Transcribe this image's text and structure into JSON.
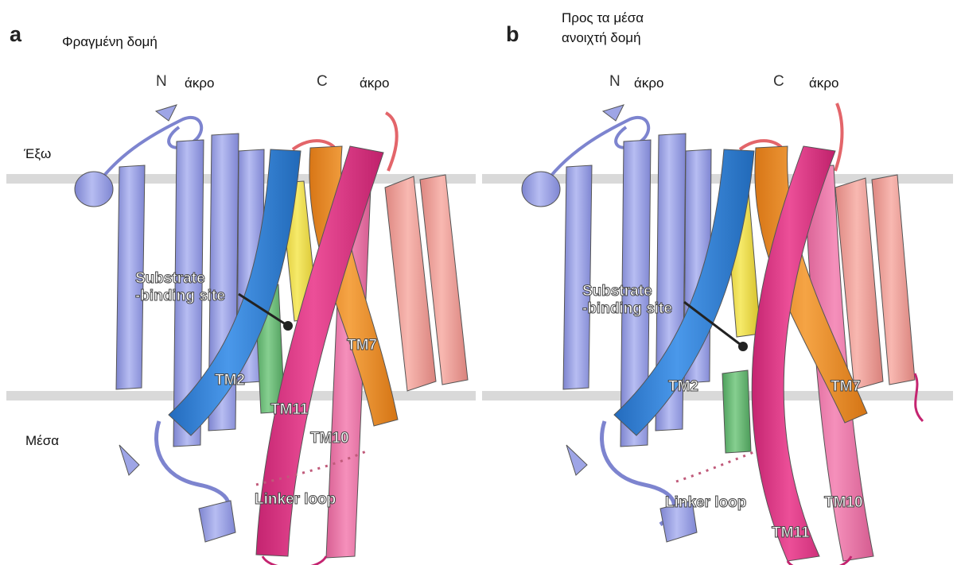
{
  "panels": [
    {
      "letter": "a",
      "caption": [
        "Φραγμένη δομή"
      ],
      "n_terminus": "N",
      "c_terminus": "C",
      "terminus_word": "άκρο",
      "outside": "Έξω",
      "inside": "Μέσα",
      "substrate_site": [
        "Substrate",
        "-binding site"
      ],
      "helix_labels": [
        "TM2",
        "TM11",
        "TM10",
        "TM7"
      ],
      "loop_label": "Linker loop"
    },
    {
      "letter": "b",
      "caption": [
        "Προς τα μέσα",
        "ανοιχτή δομή"
      ],
      "n_terminus": "N",
      "c_terminus": "C",
      "terminus_word": "άκρο",
      "substrate_site": [
        "Substrate",
        "-binding site"
      ],
      "helix_labels": [
        "TM2",
        "TM7",
        "TM10",
        "TM11"
      ],
      "loop_label": "Linker loop"
    }
  ],
  "colors": {
    "background": "#ffffff",
    "membrane": "#d9d9d9",
    "n_domain_helix": "#9ea5e6",
    "tm2_blue": "#3a86d8",
    "orange_helix": "#f0962e",
    "magenta_helix": "#e23d8a",
    "pink_helix": "#f07cae",
    "salmon_helix": "#f4a59e",
    "green_helix": "#6fbf7a",
    "yellow_helix": "#f1e04a"
  }
}
